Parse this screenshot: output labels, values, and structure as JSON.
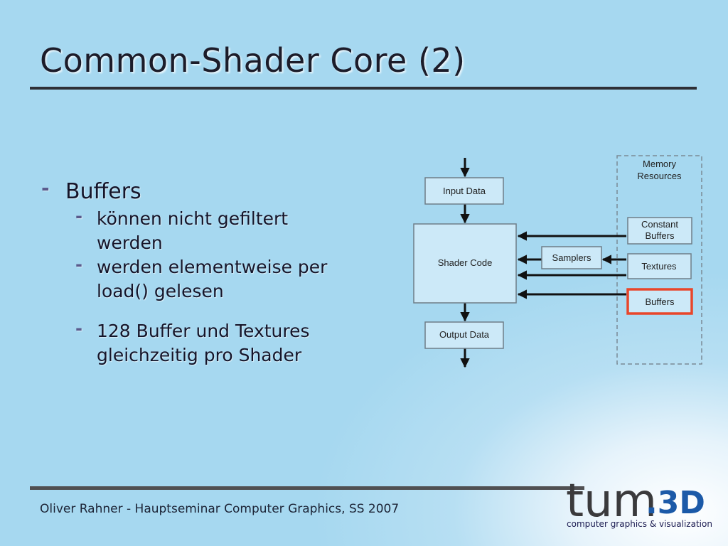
{
  "slide": {
    "title": "Common-Shader Core (2)",
    "bullets": {
      "b1": "Buffers",
      "b1_sub1_l1": "können nicht gefiltert",
      "b1_sub1_l2": "werden",
      "b1_sub2_l1": "werden elementweise per",
      "b1_sub2_l2": "load() gelesen",
      "b1_sub3_l1": "128 Buffer und Textures",
      "b1_sub3_l2": "gleichzeitig pro Shader"
    },
    "dash_glyph": "-",
    "footer": "Oliver Rahner - Hauptseminar Computer Graphics, SS 2007"
  },
  "diagram": {
    "input_data": "Input Data",
    "shader_code": "Shader Code",
    "output_data": "Output Data",
    "samplers": "Samplers",
    "memory_l1": "Memory",
    "memory_l2": "Resources",
    "constant_l1": "Constant",
    "constant_l2": "Buffers",
    "textures": "Textures",
    "buffers": "Buffers",
    "highlight_color": "#e8462a"
  },
  "logo": {
    "part1": "tum",
    "part2": ".3D",
    "tagline": "computer graphics & visualization",
    "color_dark": "#3a3a3c",
    "color_blue": "#1c5aa8"
  }
}
